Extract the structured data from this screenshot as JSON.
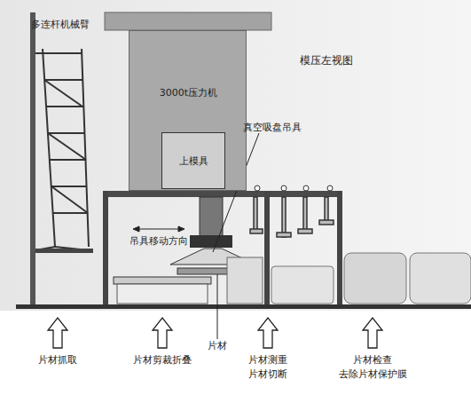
{
  "diagram": {
    "title": "模压左视图",
    "nodes": [
      {
        "text": [
          "3000t压力机"
        ]
      },
      {
        "text": [
          "上模具"
        ],
        "in": 0
      }
    ],
    "labels": [
      "多连杆机械臂",
      "真空吸盘吊具",
      "吊具移动方向",
      "片材",
      "片材抓取",
      "片材剪裁折叠",
      "片材测重 片材切断",
      "片材检查 去除片材保护膜"
    ]
  }
}
